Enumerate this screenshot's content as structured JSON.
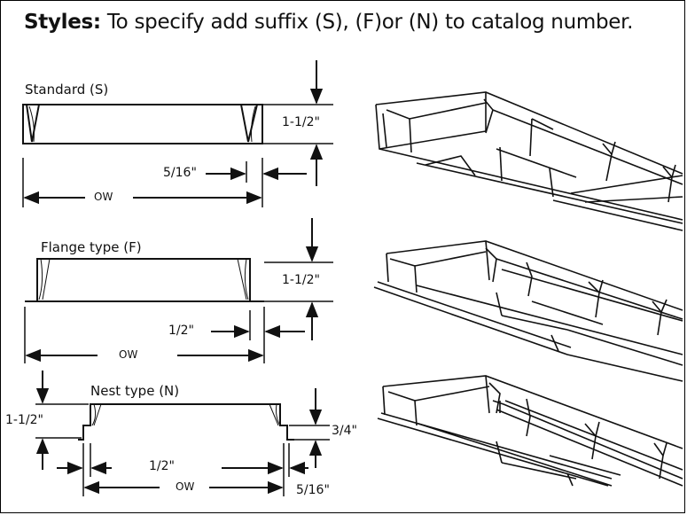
{
  "title": {
    "bold": "Styles:",
    "text": "To specify add suffix (S), (F)or (N) to catalog number."
  },
  "standard": {
    "label": "Standard (S)",
    "height_dim": "1-1/2\"",
    "offset_dim": "5/16\"",
    "width_dim": "OW"
  },
  "flange": {
    "label": "Flange type (F)",
    "height_dim": "1-1/2\"",
    "offset_dim": "1/2\"",
    "width_dim": "OW"
  },
  "nest": {
    "label": "Nest type (N)",
    "left_height_dim": "1-1/2\"",
    "right_height_dim": "3/4\"",
    "offset_dim": "1/2\"",
    "width_dim": "OW",
    "right_offset_dim": "5/16\""
  }
}
